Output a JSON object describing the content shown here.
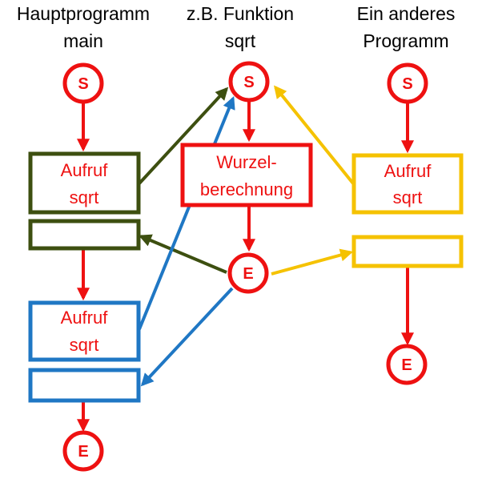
{
  "columns": {
    "main": {
      "line1": "Hauptprogramm",
      "line2": "main"
    },
    "function": {
      "line1": "z.B. Funktion",
      "line2": "sqrt"
    },
    "other": {
      "line1": "Ein anderes",
      "line2": "Programm"
    }
  },
  "nodes": {
    "main_start": "S",
    "main_end": "E",
    "func_start": "S",
    "func_end": "E",
    "other_start": "S",
    "other_end": "E"
  },
  "boxes": {
    "main_call1": {
      "line1": "Aufruf",
      "line2": "sqrt"
    },
    "main_call2": {
      "line1": "Aufruf",
      "line2": "sqrt"
    },
    "func_body": {
      "line1": "Wurzel-",
      "line2": "berechnung"
    },
    "other_call": {
      "line1": "Aufruf",
      "line2": "sqrt"
    }
  },
  "colors": {
    "red": "#ee1111",
    "olive": "#3d4f10",
    "blue": "#1f77c4",
    "yellow": "#f5c200",
    "label_red": "#ee1111"
  }
}
